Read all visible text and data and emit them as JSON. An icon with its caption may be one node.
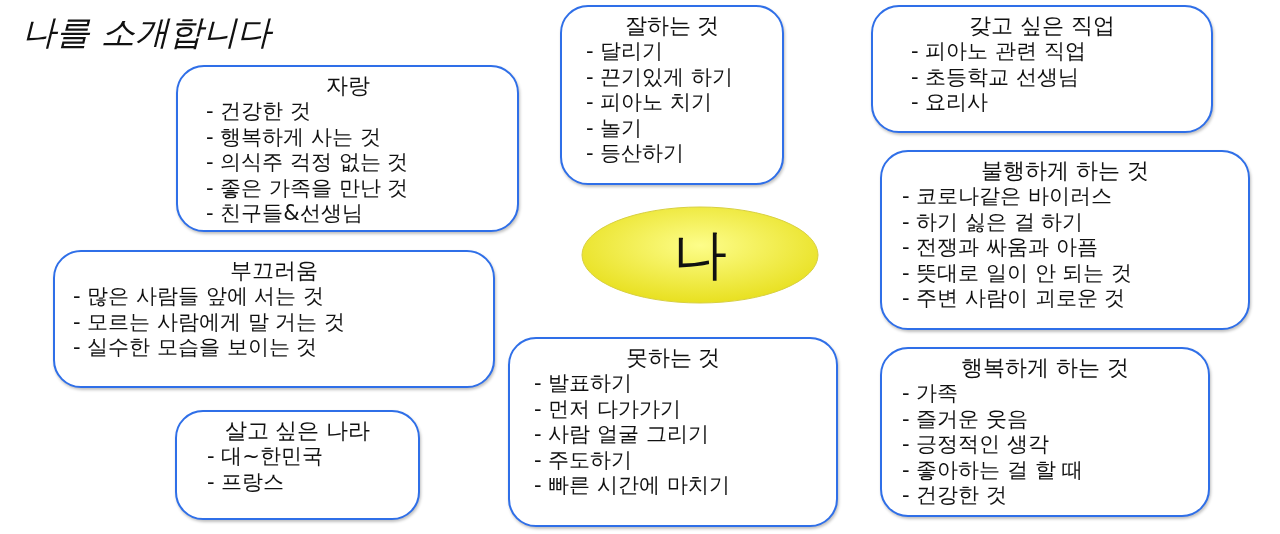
{
  "diagram": {
    "title": "나를 소개합니다",
    "nodes": [
      {
        "text": [
          "자랑",
          "- 건강한 것",
          "- 행복하게 사는 것",
          "- 의식주 걱정 없는 것",
          "- 좋은 가족을 만난 것",
          "- 친구들&선생님"
        ]
      },
      {
        "text": [
          "잘하는 것",
          "- 달리기",
          "- 끈기있게 하기",
          "- 피아노 치기",
          "- 놀기",
          "- 등산하기"
        ]
      },
      {
        "text": [
          "갖고 싶은 직업",
          "- 피아노 관련 직업",
          "- 초등학교 선생님",
          "- 요리사"
        ]
      },
      {
        "text": [
          "불행하게 하는 것",
          "- 코로나같은 바이러스",
          "- 하기 싫은 걸 하기",
          "- 전쟁과 싸움과 아픔",
          "- 뜻대로 일이 안 되는 것",
          "- 주변 사람이 괴로운 것"
        ]
      },
      {
        "text": [
          "나"
        ]
      },
      {
        "text": [
          "부끄러움",
          "- 많은 사람들 앞에 서는 것",
          "- 모르는 사람에게 말 거는 것",
          "- 실수한 모습을 보이는 것"
        ]
      },
      {
        "text": [
          "못하는 것",
          "- 발표하기",
          "- 먼저 다가가기",
          "- 사람 얼굴 그리기",
          "- 주도하기",
          "- 빠른 시간에 마치기"
        ]
      },
      {
        "text": [
          "행복하게 하는 것",
          "- 가족",
          "- 즐거운 웃음",
          "- 긍정적인 생각",
          "- 좋아하는 걸 할 때",
          "- 건강한 것"
        ]
      },
      {
        "text": [
          "살고 싶은 나라",
          "- 대~한민국",
          "- 프랑스"
        ]
      }
    ],
    "edges": []
  }
}
